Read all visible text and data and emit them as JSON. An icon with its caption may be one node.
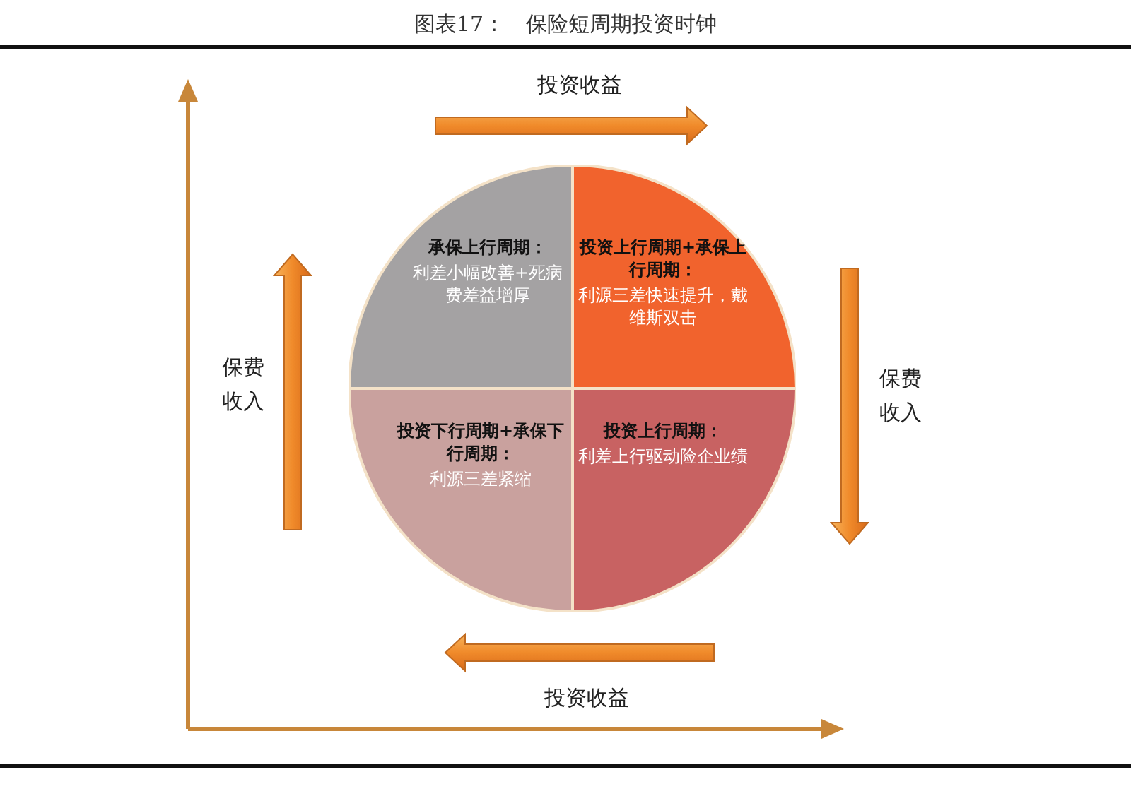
{
  "diagram": {
    "title": "图表17：　保险短周期投资时钟",
    "nodes": [
      {
        "text": [
          "承保上行周期：",
          "利差小幅改善+死病费差益增厚"
        ]
      },
      {
        "text": [
          "投资上行周期+承保上行周期：",
          "利源三差快速提升，戴维斯双击"
        ]
      },
      {
        "text": [
          "投资下行周期+承保下行周期：",
          "利源三差紧缩"
        ]
      },
      {
        "text": [
          "投资上行周期：",
          "利差上行驱动险企业绩"
        ]
      }
    ],
    "edges": [],
    "labels": [
      "投资收益",
      "保费收入",
      "保费收入",
      "投资收益"
    ]
  }
}
